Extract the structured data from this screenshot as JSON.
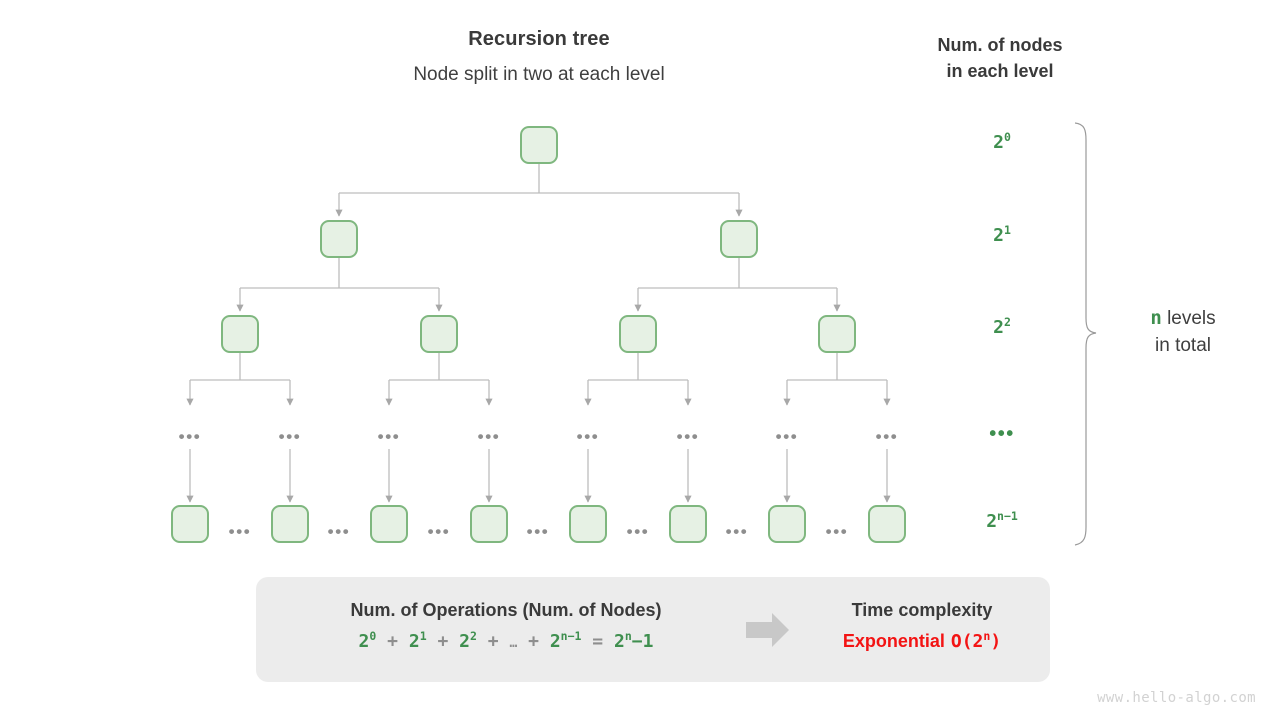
{
  "header": {
    "title": "Recursion tree",
    "subtitle": "Node split in two at each level",
    "right_column_title_line1": "Num. of nodes",
    "right_column_title_line2": "in each level"
  },
  "levels": [
    {
      "id": "level-0",
      "count_base": "2",
      "count_exp": "0",
      "nodes": 1
    },
    {
      "id": "level-1",
      "count_base": "2",
      "count_exp": "1",
      "nodes": 2
    },
    {
      "id": "level-2",
      "count_base": "2",
      "count_exp": "2",
      "nodes": 4
    },
    {
      "id": "level-ellipsis",
      "count_base": "•••",
      "count_exp": "",
      "nodes": 8
    },
    {
      "id": "level-last",
      "count_base": "2",
      "count_exp": "n−1",
      "nodes": 8
    }
  ],
  "brace_note": {
    "variable": "n",
    "line1_rest": "levels",
    "line2": "in total"
  },
  "ellipsis_glyph": "•••",
  "summary": {
    "operations_title": "Num. of Operations (Num. of Nodes)",
    "formula": {
      "terms": [
        {
          "base": "2",
          "exp": "0"
        },
        {
          "base": "2",
          "exp": "1"
        },
        {
          "base": "2",
          "exp": "2"
        }
      ],
      "plus": "+",
      "ellipsis": "…",
      "term_last": {
        "base": "2",
        "exp": "n−1"
      },
      "equals": "=",
      "result": {
        "base": "2",
        "exp": "n",
        "suffix": "−1"
      }
    },
    "arrow_icon": "right-arrow",
    "time_complexity_title": "Time complexity",
    "complexity_name": "Exponential",
    "complexity_bigo_prefix": "O(2",
    "complexity_bigo_exp": "n",
    "complexity_bigo_suffix": ")"
  },
  "watermark": "www.hello-algo.com",
  "colors": {
    "node_border": "#7fb77f",
    "node_fill": "#e6f1e4",
    "edge": "#a8a8a8",
    "green_text": "#3f8f4f",
    "red_text": "#f31414",
    "panel_bg": "#ececec",
    "gray_text": "#8e8e8e"
  }
}
